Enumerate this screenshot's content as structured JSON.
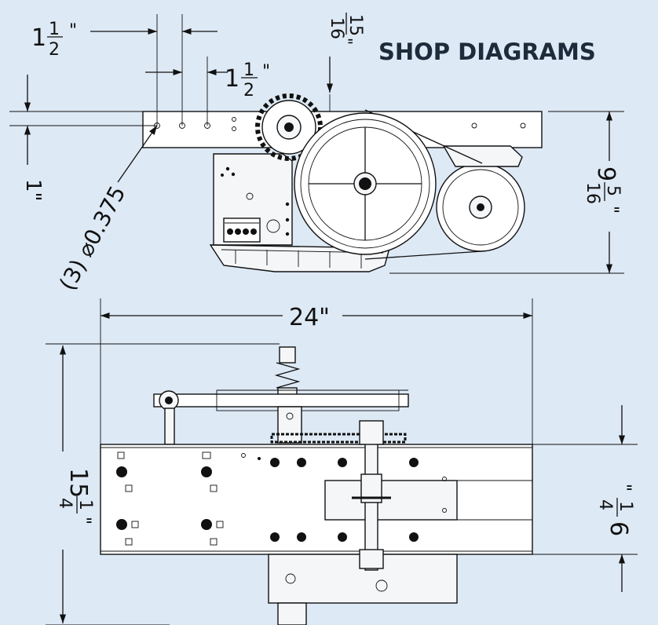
{
  "header": {
    "title": "SHOP DIAGRAMS"
  },
  "colors": {
    "background": "#dde9f5",
    "ink": "#111111",
    "title": "#1d2b3a"
  },
  "dimensions": {
    "hole_spacing_top": {
      "whole": "1",
      "num": "1",
      "den": "2",
      "unit": "\""
    },
    "hole_spacing_mid": {
      "whole": "1",
      "num": "1",
      "den": "2",
      "unit": "\""
    },
    "sprocket_offset": {
      "num": "15",
      "den": "16",
      "unit": "\""
    },
    "hole_inset": "1\"",
    "holes_callout": "(3) ⌀0.375",
    "side_height": {
      "whole": "9",
      "num": "5",
      "den": "16",
      "unit": "\""
    },
    "overall_width": "24\"",
    "overall_depth": {
      "whole": "15",
      "num": "1",
      "den": "4",
      "unit": "\""
    },
    "rail_depth": {
      "whole": "6",
      "num": "1",
      "den": "4",
      "unit": "\""
    }
  }
}
